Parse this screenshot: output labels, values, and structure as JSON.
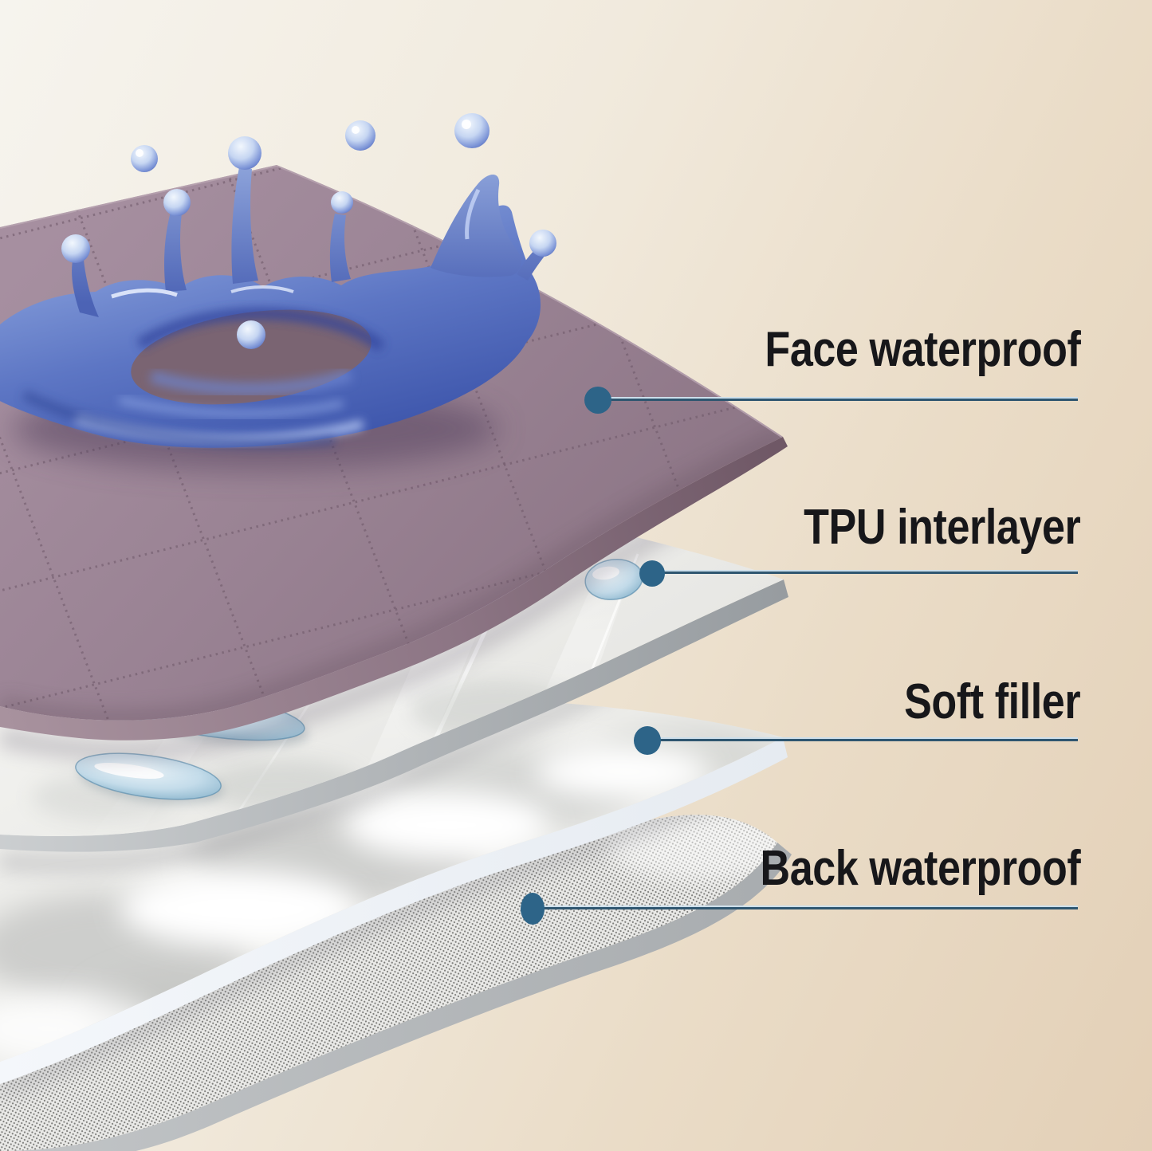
{
  "figure": {
    "type": "product-layer-diagram",
    "subject": "waterproof quilted pad exploded layers"
  },
  "labels": [
    {
      "text": "Face waterproof"
    },
    {
      "text": "TPU interlayer"
    },
    {
      "text": "Soft filler"
    },
    {
      "text": "Back waterproof"
    }
  ],
  "callout": {
    "dot_color": "#2d6488",
    "line_color": "#2f5670",
    "line_highlight": "#cddfeb",
    "text_color": "#17171a"
  },
  "layers": [
    {
      "name": "face-waterproof",
      "color": "#9a8494"
    },
    {
      "name": "tpu-interlayer",
      "color": "#f2f2ef"
    },
    {
      "name": "soft-filler",
      "color": "#efefed"
    },
    {
      "name": "back-waterproof",
      "color": "#f2f2ef"
    }
  ],
  "splash": {
    "color": "#5d76c4"
  },
  "background": {
    "top_left": "#f6f4ee",
    "bottom_right": "#e3d0b7"
  }
}
